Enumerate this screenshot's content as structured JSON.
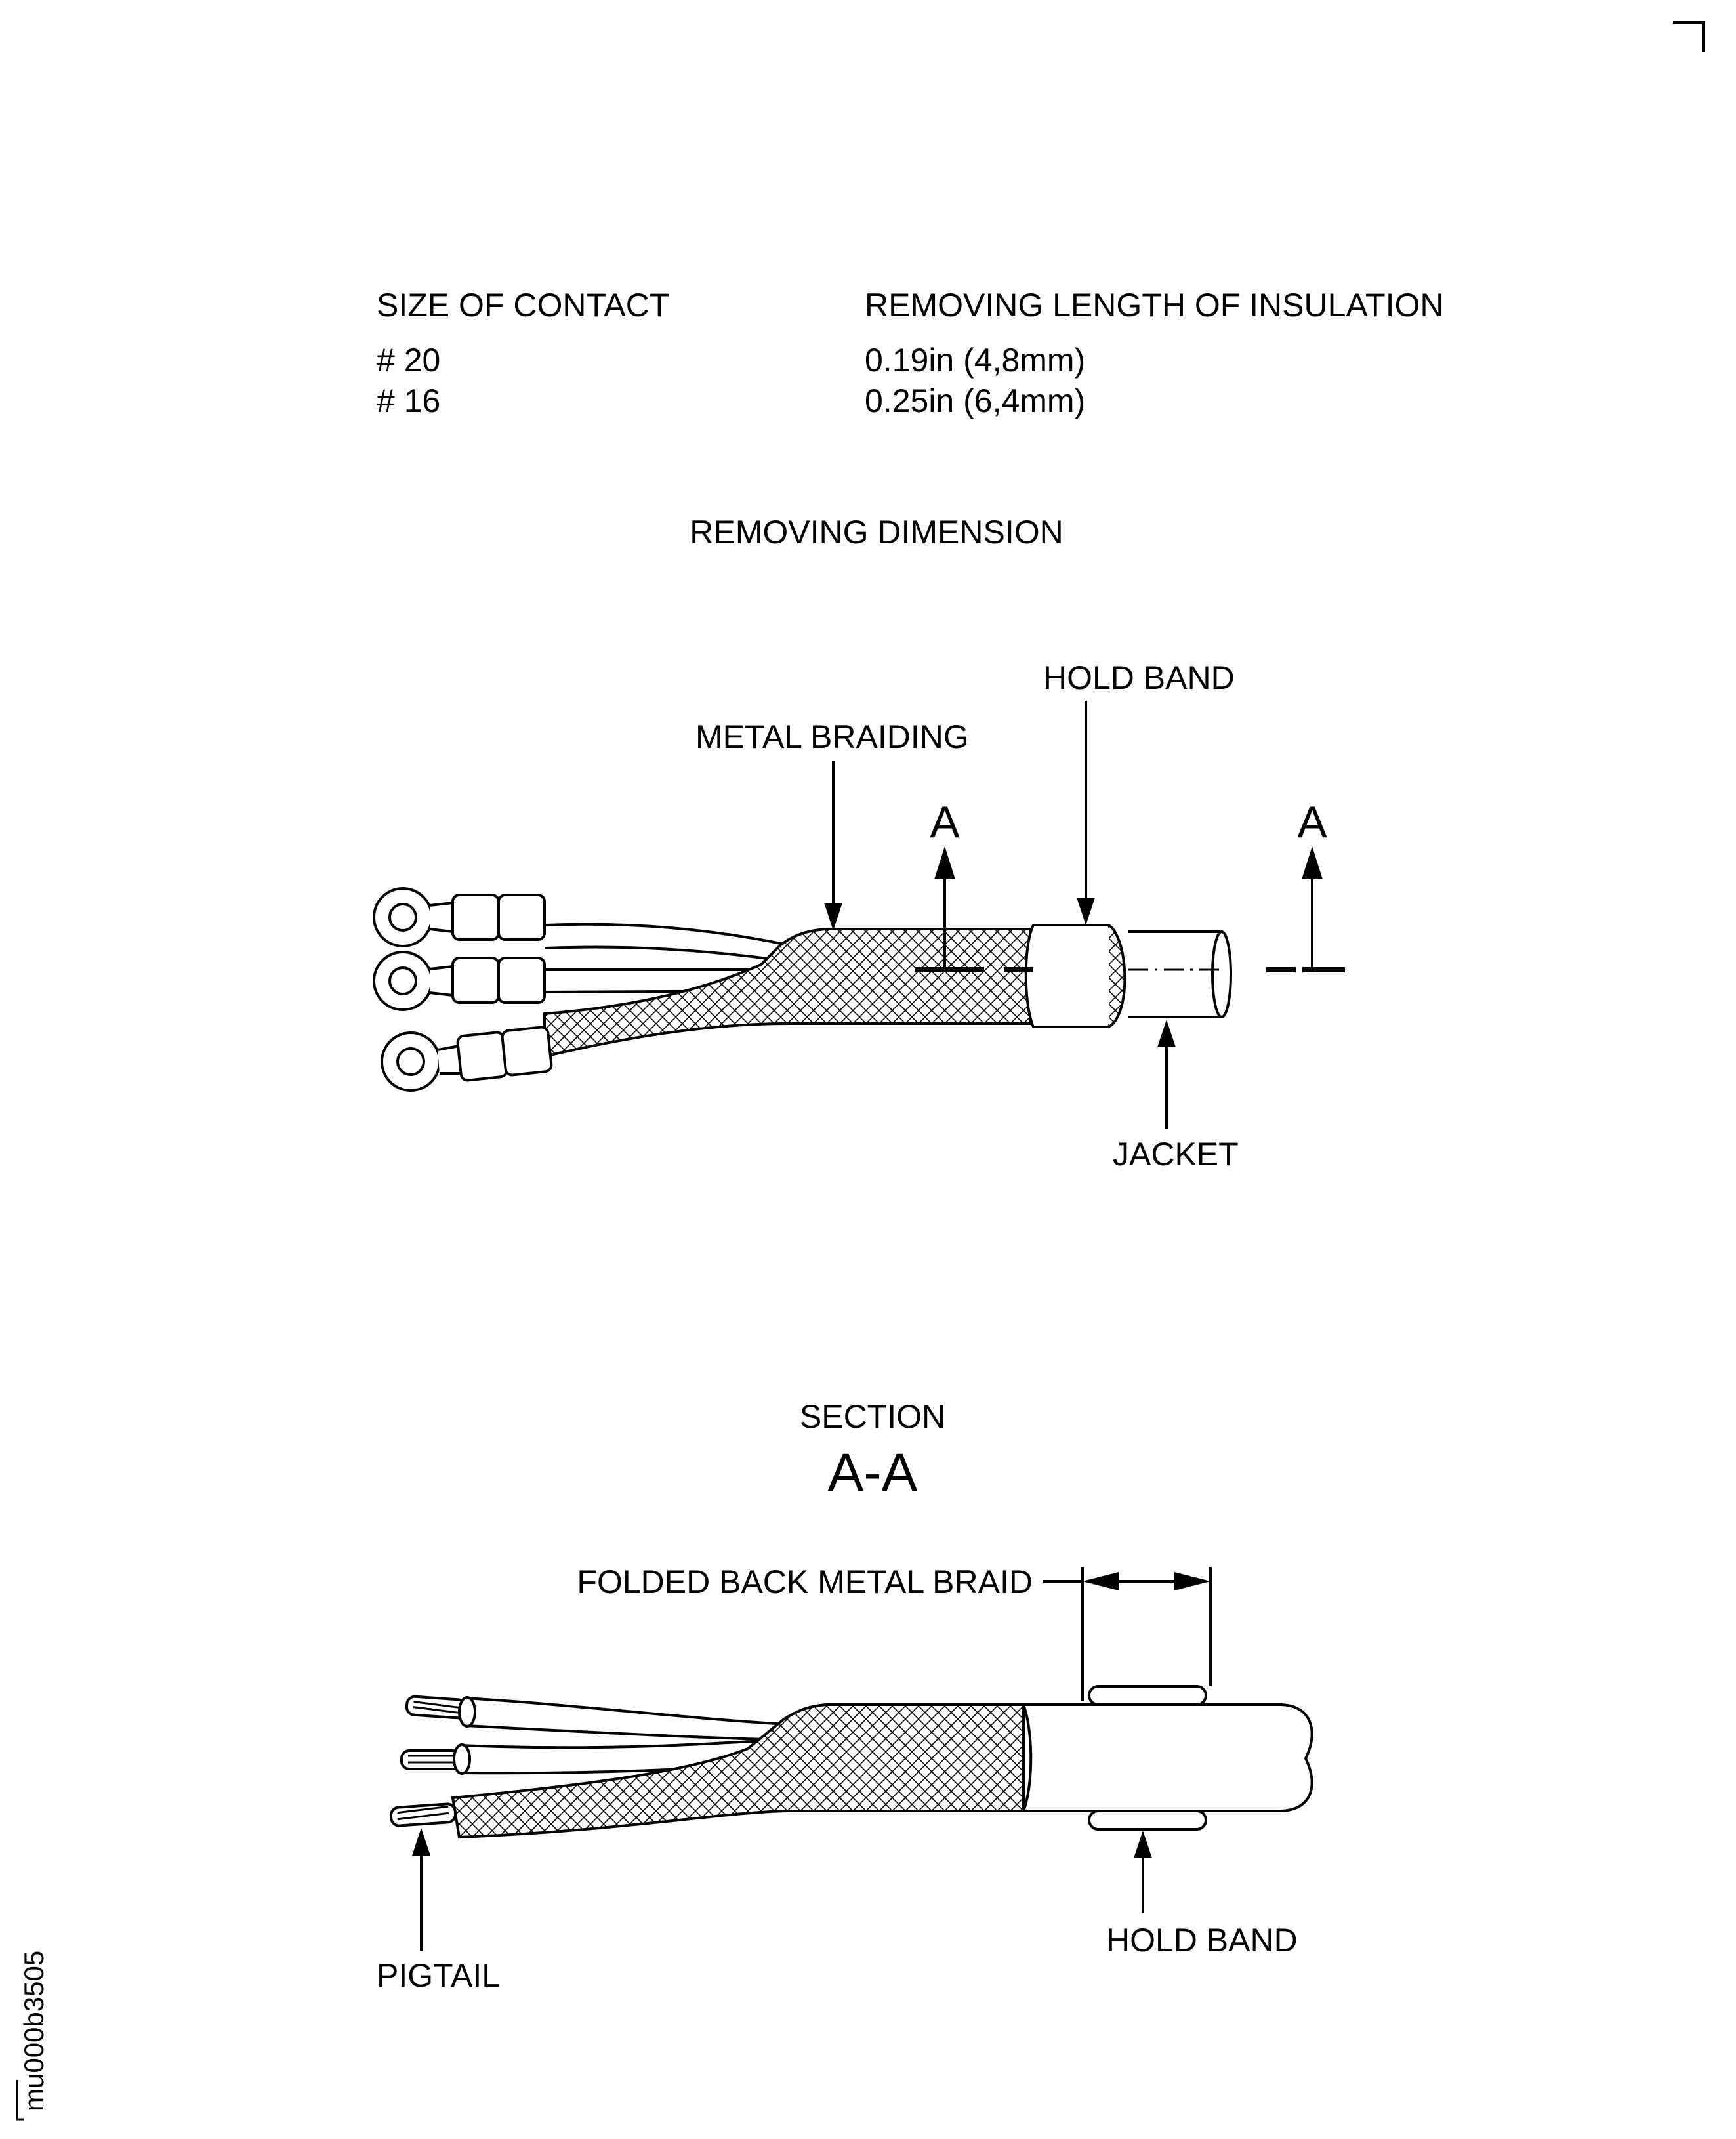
{
  "table": {
    "header_contact": "SIZE OF CONTACT",
    "header_length": "REMOVING LENGTH OF INSULATION",
    "rows": [
      {
        "size": "# 20",
        "length": "0.19in (4,8mm)"
      },
      {
        "size": "# 16",
        "length": "0.25in (6,4mm)"
      }
    ]
  },
  "removing_dimension": {
    "title": "REMOVING DIMENSION",
    "label_metal_braiding": "METAL BRAIDING",
    "label_hold_band": "HOLD BAND",
    "label_jacket": "JACKET",
    "section_marker_left": "A",
    "section_marker_right": "A"
  },
  "section_view": {
    "title": "SECTION",
    "designation": "A-A",
    "label_folded_braid": "FOLDED BACK METAL BRAID",
    "label_pigtail": "PIGTAIL",
    "label_hold_band": "HOLD BAND"
  },
  "figure_id": "mu000b3505"
}
